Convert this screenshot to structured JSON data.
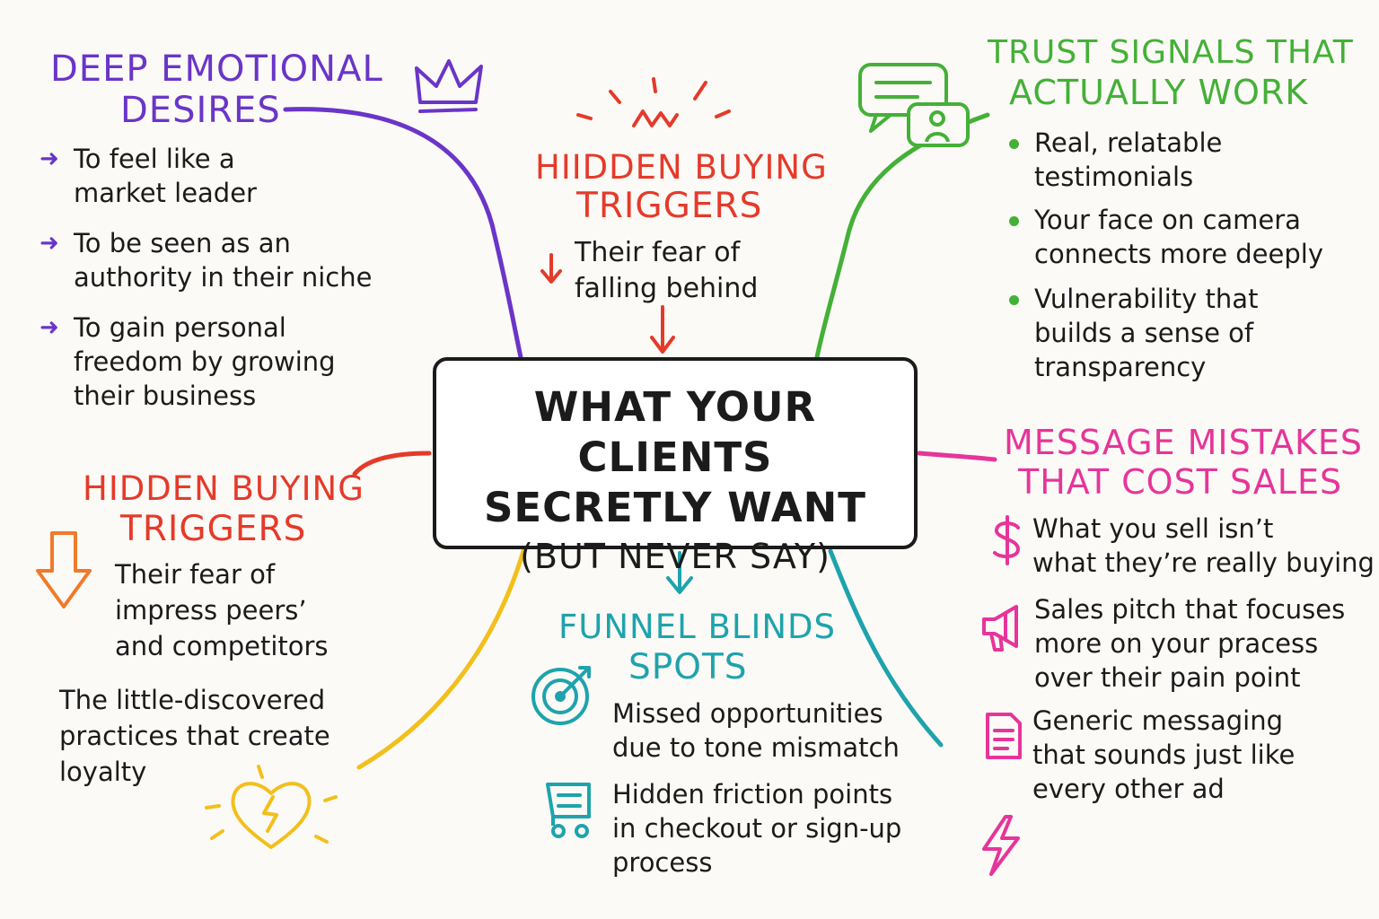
{
  "title": {
    "line1": "WHAT YOUR CLIENTS",
    "line2": "SECRETLY WANT",
    "line3": "(BUT NEVER SAY)"
  },
  "colors": {
    "purple": "#6a35c8",
    "red": "#e53a2a",
    "orange_red": "#e8452c",
    "green": "#44b037",
    "pink": "#e6359a",
    "teal": "#1ea3ad",
    "yellow": "#f2bf1c",
    "orange": "#f07a2a",
    "ink": "#1b1b1b"
  },
  "deep_desires": {
    "heading_line1": "DEEP EMOTIONAL",
    "heading_line2": "DESIRES",
    "icon": "crown-icon",
    "items": [
      {
        "line1": "To feel like a",
        "line2": "market leader"
      },
      {
        "line1": "To be seen as an",
        "line2": "authority in their niche"
      },
      {
        "line1": "To gain personal",
        "line2": "freedom by growing",
        "line3": "their business"
      }
    ]
  },
  "hidden_triggers_top": {
    "heading_line1": "HIIDDEN BUYING",
    "heading_line2": "TRIGGERS",
    "icon": "sparkle-burst-icon",
    "item_line1": "Their fear of",
    "item_line2": "falling behind"
  },
  "trust_signals": {
    "heading_line1": "TRUST SIGNALS THAT",
    "heading_line2": "ACTUALLY WORK",
    "icon": "chat-bubble-icon",
    "items": [
      {
        "line1": "Real, relatable",
        "line2": "testimonials"
      },
      {
        "line1": "Your face on camera",
        "line2": "connects more deeply"
      },
      {
        "line1": "Vulnerability that",
        "line2": "builds a sense of",
        "line3": "transparency"
      }
    ]
  },
  "hidden_triggers_left": {
    "heading_line1": "HIDDEN BUYING",
    "heading_line2": "TRIGGERS",
    "icon": "down-arrow-icon",
    "item_line1": "Their fear of",
    "item_line2": "impress peers’",
    "item_line3": "and competitors",
    "extra_line1": "The little-discovered",
    "extra_line2": "practices that create",
    "extra_line3": "loyalty",
    "extra_icon": "broken-heart-icon"
  },
  "message_mistakes": {
    "heading_line1": "MESSAGE MISTAKES",
    "heading_line2": "THAT COST SALES",
    "items": [
      {
        "icon": "dollar-icon",
        "line1": "What you sell isn’t",
        "line2": "what they’re really buying"
      },
      {
        "icon": "megaphone-icon",
        "line1": "Sales pitch that focuses",
        "line2": "more on your pracess",
        "line3": "over their pain point"
      },
      {
        "icon": "document-icon",
        "line1": "Generic messaging",
        "line2": "that sounds just like",
        "line3": "every other ad"
      }
    ],
    "extra_icon": "lightning-icon"
  },
  "funnel_blind_spots": {
    "heading_line1": "FUNNEL BLINDS",
    "heading_line2": "SPOTS",
    "items": [
      {
        "icon": "target-icon",
        "line1": "Missed opportunities",
        "line2": "due to tone mismatch"
      },
      {
        "icon": "cart-icon",
        "line1": "Hidden friction points",
        "line2": "in checkout or sign-up",
        "line3": "process"
      }
    ]
  }
}
